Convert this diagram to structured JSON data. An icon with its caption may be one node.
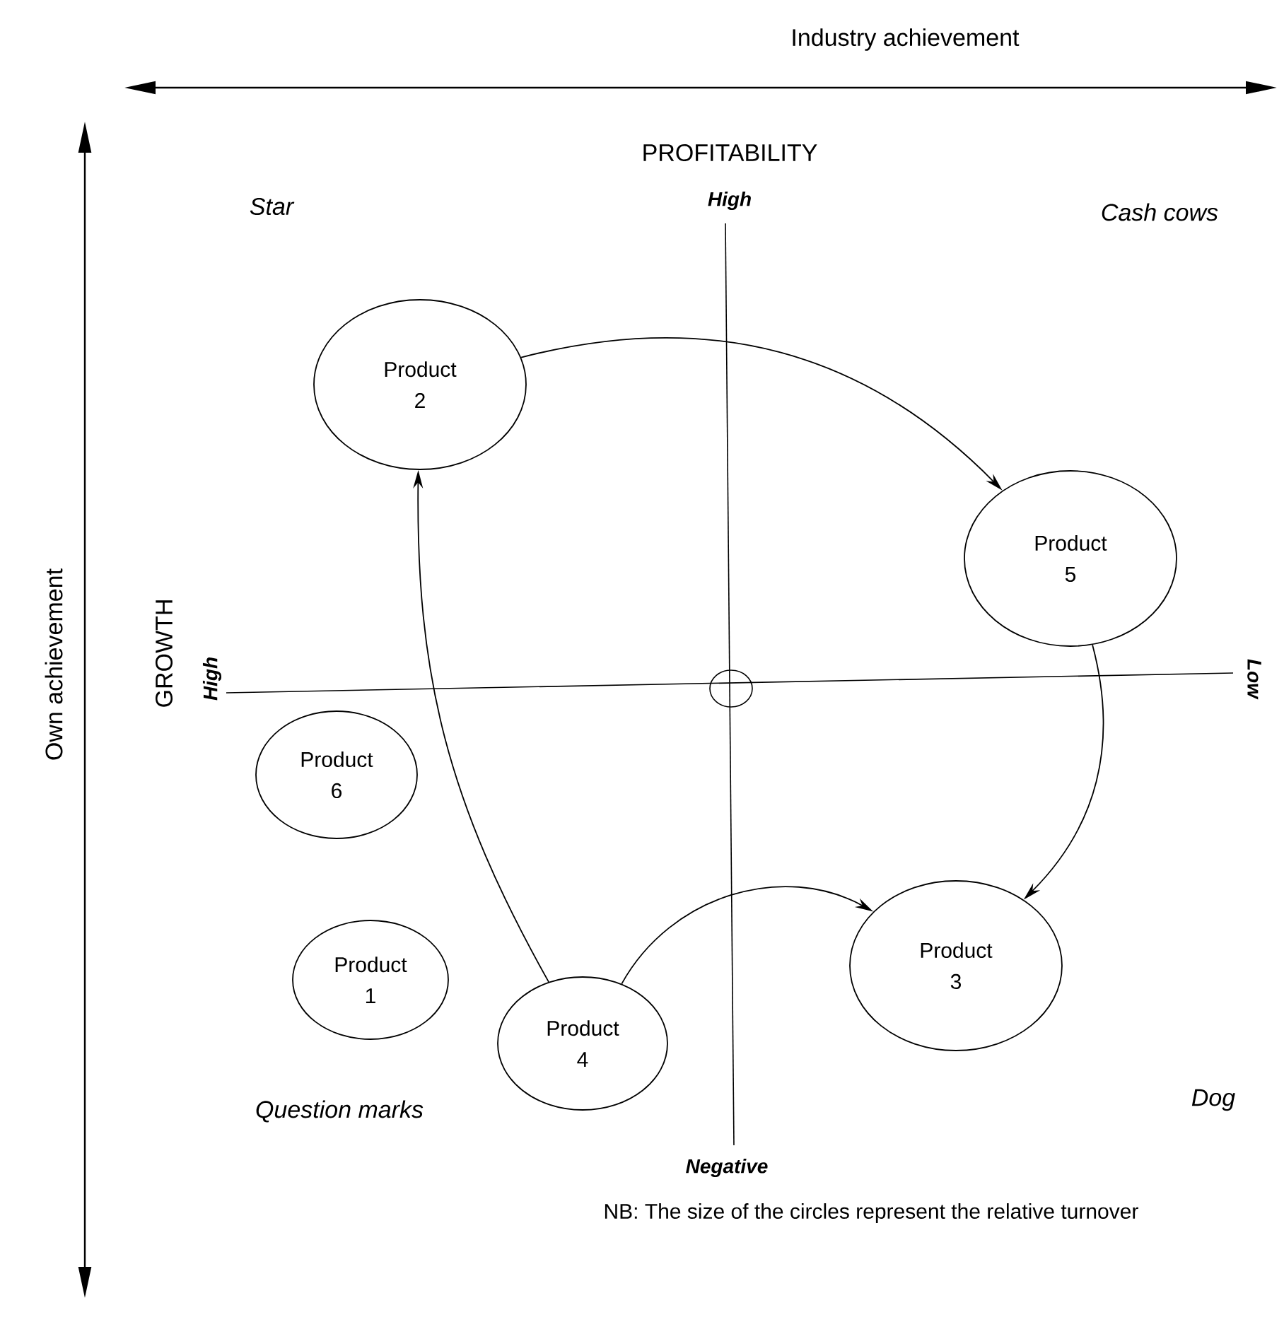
{
  "diagram": {
    "nodes": [
      {
        "text": [
          "Product 2"
        ]
      },
      {
        "text": [
          "Product 5"
        ]
      },
      {
        "text": [
          "Product 6"
        ]
      },
      {
        "text": [
          "Product 3"
        ]
      },
      {
        "text": [
          "Product 1"
        ]
      },
      {
        "text": [
          "Product 4"
        ]
      }
    ],
    "edges": [
      {
        "from": 5,
        "to": 0,
        "arrow": "to"
      },
      {
        "from": 0,
        "to": 1,
        "arrow": "to"
      },
      {
        "from": 1,
        "to": 3,
        "arrow": "to"
      },
      {
        "from": 5,
        "to": 3,
        "arrow": "to"
      }
    ],
    "labels": [
      "Industry achievement",
      "PROFITABILITY",
      "High",
      "Star",
      "Cash cows",
      "Own achievement",
      "GROWTH",
      "High",
      "Low",
      "Question marks",
      "Negative",
      "Dog",
      "NB: The size of the circles represent the relative turnover"
    ]
  }
}
